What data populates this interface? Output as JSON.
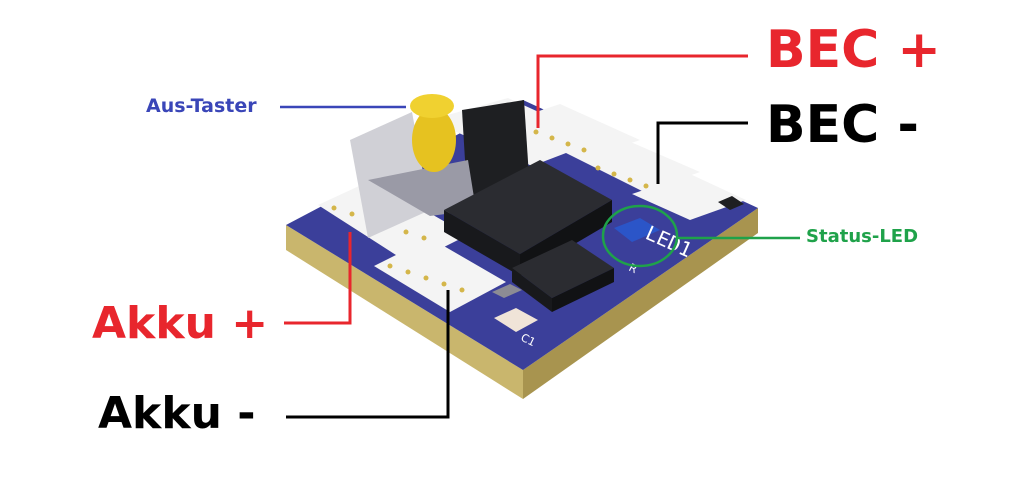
{
  "colors": {
    "red": "#e8262d",
    "black": "#000000",
    "blue": "#3a46b8",
    "green": "#1fa24a",
    "pcb": "#3b3f9a",
    "pcb_edge": "#c9b66d",
    "pad": "#f4f4f4",
    "chip": "#1e1f22",
    "button": "#f0d130"
  },
  "labels": {
    "aus_taster": "Aus-Taster",
    "bec_plus": "BEC +",
    "bec_minus": "BEC -",
    "status_led": "Status-LED",
    "akku_plus": "Akku +",
    "akku_minus": "Akku -"
  },
  "silkscreen": {
    "led": "LED1",
    "c1": "C1",
    "r": "R"
  }
}
